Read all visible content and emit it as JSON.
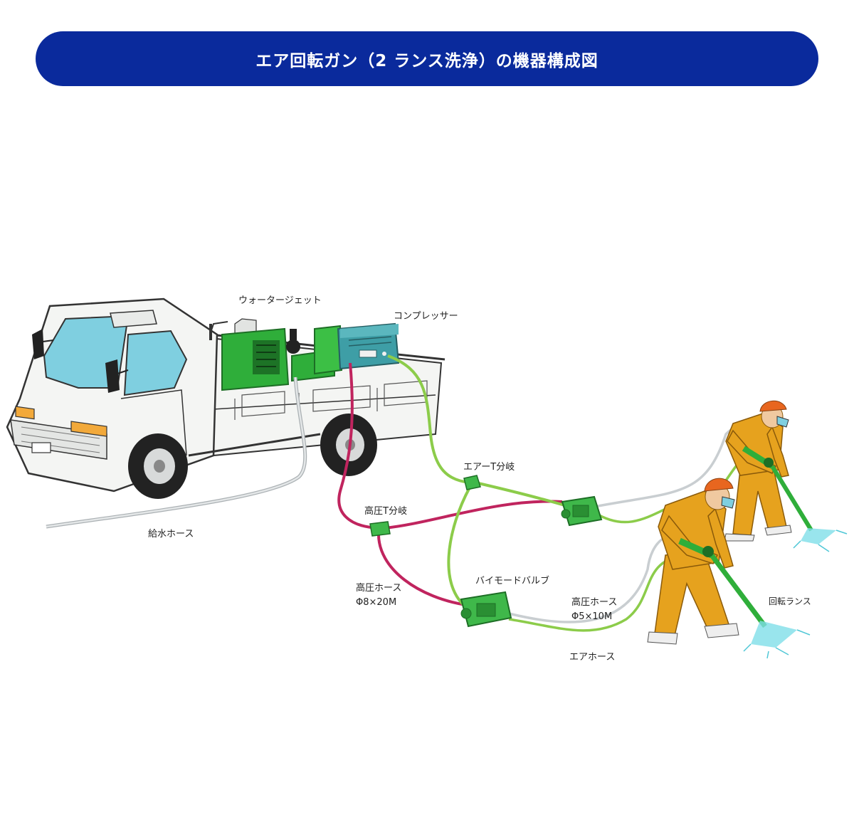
{
  "title": "エア回転ガン（2 ランス洗浄）の機器構成図",
  "labels": {
    "water_jet": "ウォータージェット",
    "compressor": "コンプレッサー",
    "air_t_branch": "エアーT分岐",
    "high_pressure_t_branch": "高圧T分岐",
    "water_supply_hose": "給水ホース",
    "high_pressure_hose_1": "高圧ホース",
    "high_pressure_hose_1_spec": "Φ8×20M",
    "bimode_valve": "バイモードバルブ",
    "high_pressure_hose_2": "高圧ホース",
    "high_pressure_hose_2_spec": "Φ5×10M",
    "air_hose": "エアホース",
    "rotary_lance": "回転ランス"
  },
  "colors": {
    "title_bar": "#0a2a9c",
    "high_pressure_hose": "#c0245e",
    "air_hose": "#8ccc4a",
    "supply_hose": "#c9ced1",
    "equipment_green": "#2fae3a",
    "compressor_teal": "#3e9ea6",
    "worker_suit": "#e6a21e",
    "helmet": "#e8661f",
    "truck_body": "#f4f5f3",
    "windshield": "#7fcfe0"
  }
}
